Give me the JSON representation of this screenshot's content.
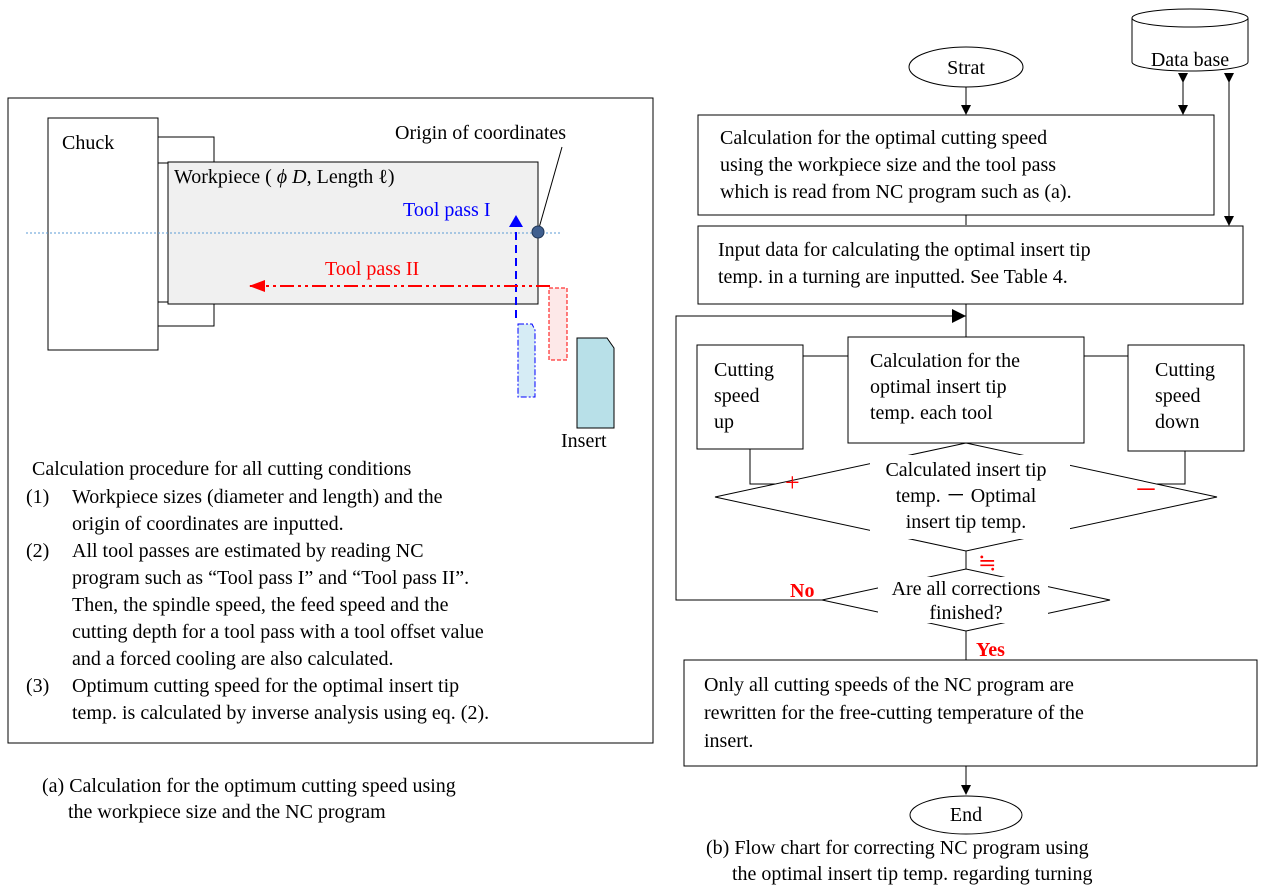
{
  "panel_a": {
    "chuck": "Chuck",
    "origin": "Origin of coordinates",
    "workpiece_prefix": "Workpiece ( ",
    "workpiece_phi": "ϕ",
    "workpiece_d": "D",
    "workpiece_suffix": ", Length ℓ)",
    "tool_pass_1": "Tool pass I",
    "tool_pass_2": "Tool pass II",
    "insert": "Insert",
    "procedure_title": "Calculation procedure for all cutting conditions",
    "steps": [
      {
        "num": "(1)",
        "lines": [
          "Workpiece sizes (diameter and length) and the",
          "origin of coordinates are inputted."
        ]
      },
      {
        "num": "(2)",
        "lines": [
          "All tool passes are estimated by reading NC",
          "program such as “Tool pass I” and “Tool pass II”.",
          "Then, the spindle speed, the feed speed and the",
          "cutting depth for a tool pass with a tool offset value",
          "and a forced cooling are also calculated."
        ]
      },
      {
        "num": "(3)",
        "lines": [
          "Optimum cutting speed for the optimal insert tip",
          "temp. is calculated by inverse analysis using eq. (2)."
        ]
      }
    ],
    "caption_line1": "(a)  Calculation for the optimum cutting speed using",
    "caption_line2": "the workpiece size and the NC program"
  },
  "panel_b": {
    "start": "Strat",
    "database": "Data base",
    "box1": [
      "Calculation for the optimal cutting speed",
      "using the workpiece size and the tool pass",
      "which is read from NC program such as (a)."
    ],
    "box2": [
      "Input data for calculating the optimal insert tip",
      "temp. in a turning are inputted. See Table 4."
    ],
    "speed_up": [
      "Cutting",
      "speed",
      "up"
    ],
    "calc_tool": [
      "Calculation for the",
      "optimal insert tip",
      "temp. each tool"
    ],
    "speed_down": [
      "Cutting",
      "speed",
      "down"
    ],
    "diamond1": [
      "Calculated insert tip",
      "temp. － Optimal",
      "insert tip temp."
    ],
    "plus": "+",
    "minus": "－",
    "approx": "≒",
    "diamond2": [
      "Are all corrections",
      "finished?"
    ],
    "no": "No",
    "yes": "Yes",
    "box3": [
      "Only all cutting speeds of the NC program are",
      "rewritten for the free-cutting temperature of the",
      "insert."
    ],
    "end": "End",
    "caption_line1": "(b) Flow chart for correcting NC program using",
    "caption_line2": "the optimal insert tip temp. regarding turning"
  },
  "colors": {
    "blue": "#0000ff",
    "red": "#ff0000",
    "workpiece": "#f0f0f0",
    "insert": "#b8e0e8"
  }
}
